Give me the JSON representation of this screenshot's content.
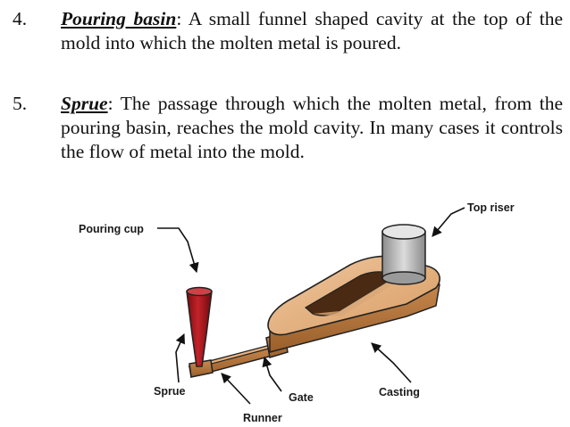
{
  "items": [
    {
      "number": "4.",
      "term": "Pouring basin",
      "text": ": A small funnel shaped cavity at the top of the mold into which the molten metal is poured."
    },
    {
      "number": "5.",
      "term": "Sprue",
      "text": ": The passage through which the molten metal, from the pouring basin, reaches the mold cavity. In many cases it controls the flow of metal into the mold."
    }
  ],
  "figure": {
    "labels": {
      "pouring_cup": "Pouring cup",
      "top_riser": "Top riser",
      "sprue": "Sprue",
      "gate": "Gate",
      "runner": "Runner",
      "casting": "Casting"
    },
    "colors": {
      "casting_body": "#c8874a",
      "casting_top": "#e3b487",
      "sprue": "#a8161c",
      "riser": "#b8b8b8"
    }
  }
}
